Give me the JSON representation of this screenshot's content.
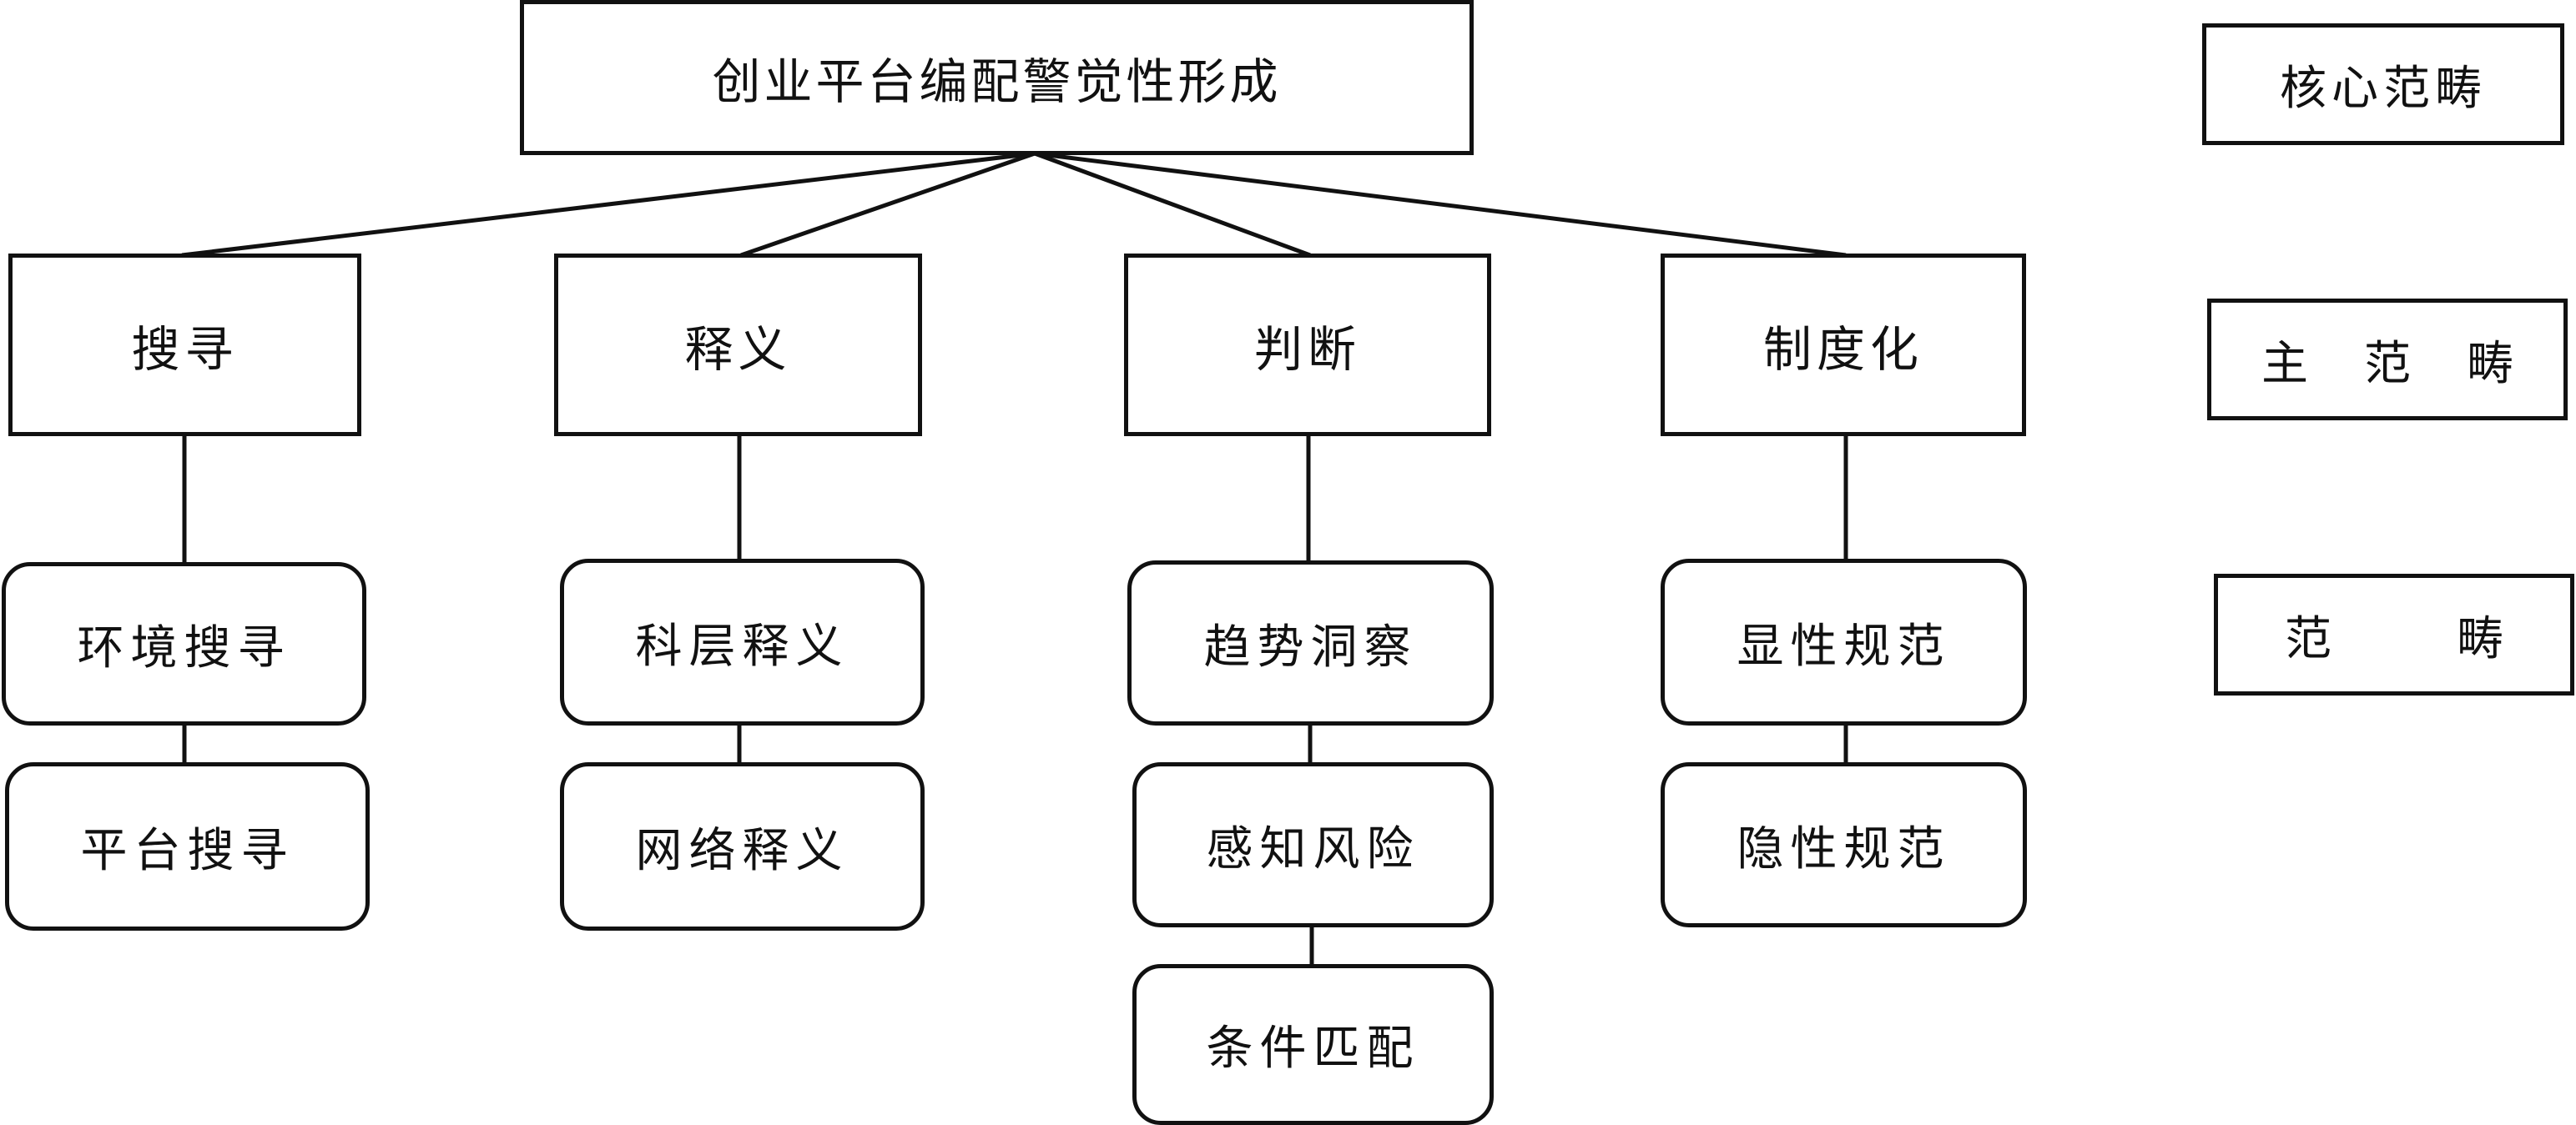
{
  "diagram": {
    "core": {
      "label": "创业平台编配警觉性形成"
    },
    "main_categories": [
      {
        "label": "搜寻"
      },
      {
        "label": "释义"
      },
      {
        "label": "判断"
      },
      {
        "label": "制度化"
      }
    ],
    "sub_categories": [
      {
        "label": "环境搜寻"
      },
      {
        "label": "平台搜寻"
      },
      {
        "label": "科层释义"
      },
      {
        "label": "网络释义"
      },
      {
        "label": "趋势洞察"
      },
      {
        "label": "感知风险"
      },
      {
        "label": "条件匹配"
      },
      {
        "label": "显性规范"
      },
      {
        "label": "隐性规范"
      }
    ]
  },
  "legend": {
    "core_category": "核心范畴",
    "main_category": [
      "主",
      "范",
      "畴"
    ],
    "category": [
      "范",
      "畴"
    ]
  }
}
